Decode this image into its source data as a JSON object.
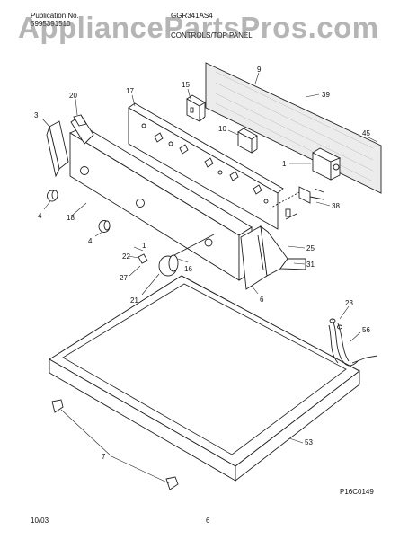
{
  "header": {
    "publication_label": "Publication No.",
    "publication_number": "5995391510",
    "model": "GGR341AS4",
    "section_title": "CONTROLS/TOP PANEL"
  },
  "watermark": "AppliancePartsPros.com",
  "callouts": {
    "c9": "9",
    "c15": "15",
    "c17": "17",
    "c20": "20",
    "c39": "39",
    "c3": "3",
    "c10": "10",
    "c45": "45",
    "c1a": "1",
    "c4a": "4",
    "c18": "18",
    "c38": "38",
    "c4b": "4",
    "c1b": "1",
    "c22": "22",
    "c25": "25",
    "c16": "16",
    "c27": "27",
    "c31": "31",
    "c21": "21",
    "c6": "6",
    "c23": "23",
    "c56": "56",
    "c53": "53",
    "c7": "7"
  },
  "diagram_id": "P16C0149",
  "footer": {
    "date": "10/03",
    "page": "6"
  }
}
